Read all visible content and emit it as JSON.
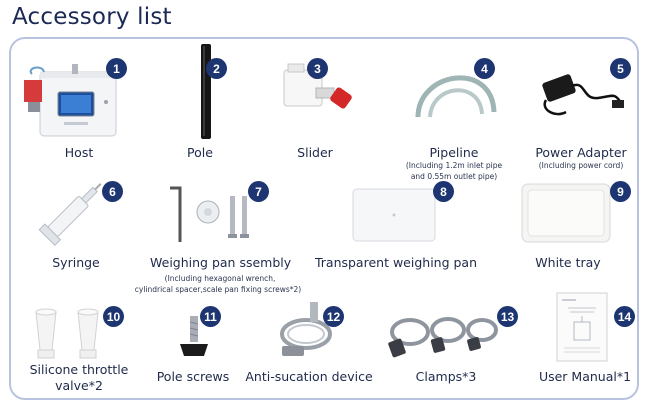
{
  "page": {
    "title": "Accessory list"
  },
  "items": [
    {
      "num": "1",
      "label": "Host"
    },
    {
      "num": "2",
      "label": "Pole"
    },
    {
      "num": "3",
      "label": "Slider"
    },
    {
      "num": "4",
      "label": "Pipeline",
      "note_1": "(Including 1.2m inlet pipe",
      "note_2": "and 0.55m outlet pipe)"
    },
    {
      "num": "5",
      "label": "Power Adapter",
      "note_1": "(Including power cord)"
    },
    {
      "num": "6",
      "label": "Syringe"
    },
    {
      "num": "7",
      "label": "Weighing pan ssembly",
      "note_1": "(Including hexagonal wrench,",
      "note_2": "cylindrical spacer,scale pan fixing screws*2)"
    },
    {
      "num": "8",
      "label": "Transparent weighing pan"
    },
    {
      "num": "9",
      "label": "White tray"
    },
    {
      "num": "10",
      "label_1": "Silicone throttle",
      "label_2": "valve*2"
    },
    {
      "num": "11",
      "label": "Pole screws"
    },
    {
      "num": "12",
      "label": "Anti-sucation device"
    },
    {
      "num": "13",
      "label": "Clamps*3"
    },
    {
      "num": "14",
      "label": "User Manual*1"
    }
  ],
  "colors": {
    "badge": "#1d3570",
    "border": "#b8c4df",
    "title": "#1b2a55"
  }
}
